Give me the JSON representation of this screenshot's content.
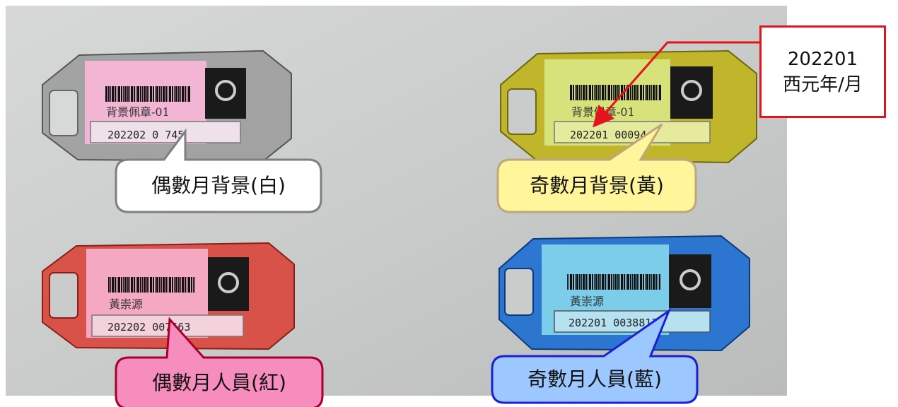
{
  "annotation": {
    "line1": "202201",
    "line2": "西元年/月",
    "border_color": "#e3141c"
  },
  "tags": [
    {
      "name": "背景佩章-01",
      "serial": "202202 0 745",
      "case_color": "#9a9a9a",
      "sticker_color": "#f2b6d4",
      "bubble_label": "偶數月背景(白)",
      "bubble_fill": "#ffffff",
      "bubble_stroke": "#7f7f7f"
    },
    {
      "name": "背景佩章-01",
      "serial": "202201 00094",
      "case_color": "#bfb21a",
      "sticker_color": "#d7e27a",
      "bubble_label": "奇數月背景(黃)",
      "bubble_fill": "#fff59a",
      "bubble_stroke": "#bfa77d"
    },
    {
      "name": "黃崇源",
      "serial": "202202 007563",
      "case_color": "#d9453b",
      "sticker_color": "#f4a8c2",
      "bubble_label": "偶數月人員(紅)",
      "bubble_fill": "#f78dbc",
      "bubble_stroke": "#a8002a"
    },
    {
      "name": "黃崇源",
      "serial": "202201 0038813",
      "case_color": "#1f6fd1",
      "sticker_color": "#7ccdea",
      "bubble_label": "奇數月人員(藍)",
      "bubble_fill": "#9cc8ff",
      "bubble_stroke": "#1b1fd6"
    }
  ]
}
